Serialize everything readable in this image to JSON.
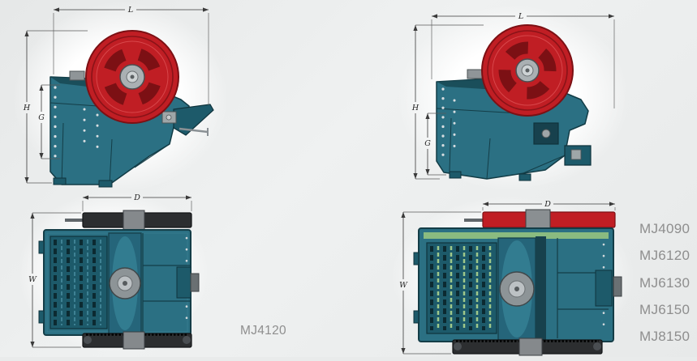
{
  "sheet": {
    "background": "#e9ebeb"
  },
  "colors": {
    "body_teal": "#2b7083",
    "body_teal_dark": "#1d5a6a",
    "outline_teal": "#143d47",
    "flywheel_red": "#c01e24",
    "flywheel_red_dark": "#7c1014",
    "pulley_black": "#2c2e30",
    "dimension_line": "#3a3a3a",
    "label_gray": "#8e8e8e"
  },
  "views": {
    "side_left": {
      "dims": {
        "length": "L",
        "height": "H",
        "gape": "G"
      }
    },
    "side_right": {
      "dims": {
        "length": "L",
        "height": "H",
        "gape": "G"
      }
    },
    "top_left": {
      "dims": {
        "diameter": "D",
        "width": "W"
      },
      "caption": "MJ4120"
    },
    "top_right": {
      "dims": {
        "diameter": "D",
        "width": "W"
      }
    }
  },
  "model_list": [
    "MJ4090",
    "MJ6120",
    "MJ6130",
    "MJ6150",
    "MJ8150"
  ]
}
